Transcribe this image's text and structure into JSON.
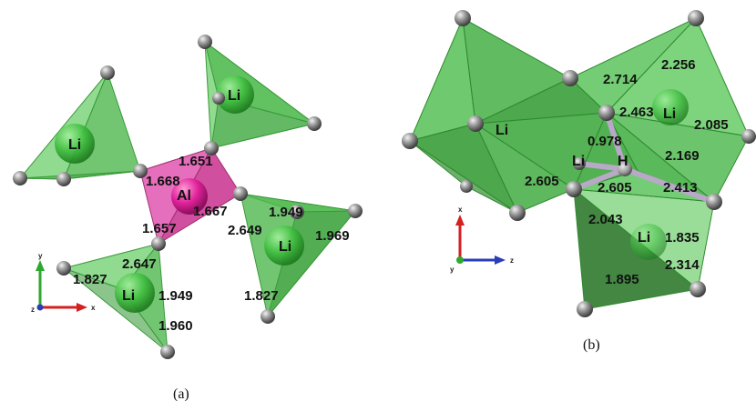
{
  "panel_a": {
    "caption": "(a)",
    "atoms": {
      "al": "Al",
      "li_top_left": "Li",
      "li_top_right": "Li",
      "li_right": "Li",
      "li_bottom": "Li"
    },
    "bonds": {
      "b1": "1.651",
      "b2": "1.668",
      "b3": "1.667",
      "b4": "1.657",
      "b5": "1.949",
      "b6": "1.969",
      "b7": "2.649",
      "b8": "1.827",
      "b9": "2.647",
      "b10": "1.827",
      "b11": "1.949",
      "b12": "1.960"
    },
    "axes": {
      "y": "y",
      "x": "x",
      "z": "z"
    }
  },
  "panel_b": {
    "caption": "(b)",
    "atoms": {
      "li_left": "Li",
      "li_upper_right": "Li",
      "li_center": "Li",
      "h": "H",
      "li_lower": "Li"
    },
    "bonds": {
      "b1": "2.714",
      "b2": "2.256",
      "b3": "2.463",
      "b4": "2.085",
      "b5": "0.978",
      "b6": "2.169",
      "b7": "2.605",
      "b8": "2.605",
      "b9": "2.413",
      "b10": "2.043",
      "b11": "1.835",
      "b12": "2.314",
      "b13": "1.895"
    },
    "axes": {
      "x": "x",
      "z": "z",
      "y": "y"
    }
  },
  "colors": {
    "tetra_green": "#5cc45c",
    "octa_green": "#3fa83f",
    "al_magenta": "#d63a9c",
    "h_bond": "#b9a8c8",
    "atom_gray": "#8a8a8a",
    "axis_red": "#d42020",
    "axis_green": "#2ea82e",
    "axis_blue": "#2a3fb5"
  }
}
